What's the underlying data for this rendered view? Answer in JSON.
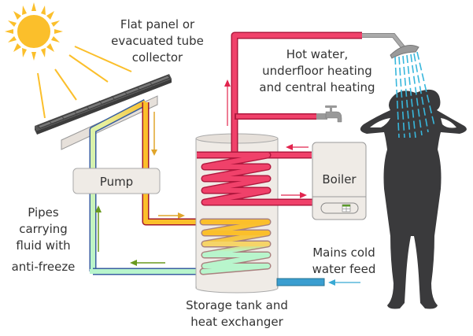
{
  "diagram": {
    "title": "Solar water heating system",
    "labels": {
      "collector": [
        "Flat panel or",
        "evacuated tube",
        "collector"
      ],
      "hot_water": [
        "Hot water,",
        "underfloor heating",
        "and central heating"
      ],
      "pump": "Pump",
      "boiler": "Boiler",
      "pipes": [
        "Pipes",
        "carrying",
        "fluid with",
        "anti-freeze"
      ],
      "mains": [
        "Mains cold",
        "water feed"
      ],
      "storage": [
        "Storage tank and",
        "heat exchanger"
      ]
    },
    "components": [
      "sun",
      "solar-collector",
      "pump",
      "storage-tank",
      "boiler",
      "tap",
      "shower-head",
      "person"
    ],
    "colors": {
      "hot_pipe": "#f0416a",
      "hot_pipe_dark": "#b0183e",
      "solar_hot": "#fbbf2b",
      "solar_cold": "#b8f5cc",
      "cold_water": "#3a9ed0",
      "sun": "#fbbf2b",
      "component_fill": "#efebe6",
      "silhouette": "#3a3a3c",
      "water_drops": "#38b7dc",
      "arrow_green": "#6a9a1e",
      "arrow_orange": "#e0a52a",
      "arrow_red": "#e2244e"
    }
  }
}
